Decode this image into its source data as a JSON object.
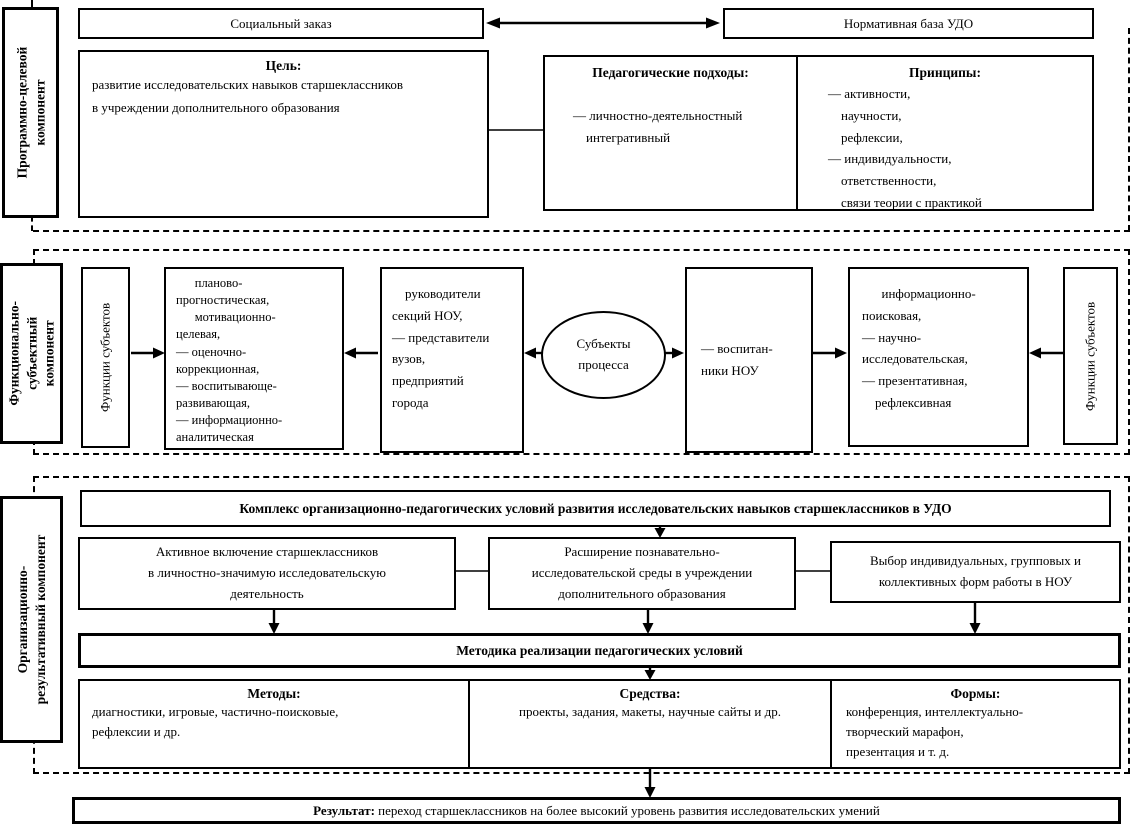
{
  "colors": {
    "line": "#000000",
    "background": "#ffffff"
  },
  "sections": {
    "program": {
      "label": "Программно-целевой\nкомпонент",
      "social_order": "Социальный заказ",
      "normative_base": "Нормативная база УДО",
      "goal_title": "Цель:",
      "goal_body": "развитие исследовательских навыков старшеклассников\nв учреждении дополнительного образования",
      "approaches_title": "Педагогические подходы:",
      "approaches_body": "— личностно-деятельностный\n    интегративный",
      "principles_title": "Принципы:",
      "principles_body": "— активности,\n    научности,\n    рефлексии,\n— индивидуальности,\n    ответственности,\n    связи теории с практикой"
    },
    "functional": {
      "label": "Функционально-\nсубъектный\nкомпонент",
      "functions_label_left": "Функции субъектов",
      "functions_label_right": "Функции субъектов",
      "functions_left_body": "      планово-\nпрогностическая,\n      мотивационно-\nцелевая,\n— оценочно-\nкоррекционная,\n— воспитывающе-\nразвивающая,\n— информационно-\nаналитическая",
      "leaders_body": "    руководители\nсекций НОУ,\n— представители\nвузов,\nпредприятий\nгорода",
      "subjects_ellipse": "Субъекты\nпроцесса",
      "pupils_body": "— воспитан-\nники НОУ",
      "functions_right_body": "      информационно-\nпоисковая,\n— научно-\nисследовательская,\n— презентативная,\n    рефлексивная"
    },
    "organizational": {
      "label": "Организационно-\nрезультативный компонент",
      "complex_bar": "Комплекс организационно-педагогических условий развития исследовательских навыков старшеклассников в УДО",
      "condition1": "Активное включение старшеклассников\nв личностно-значимую исследовательскую\nдеятельность",
      "condition2": "Расширение познавательно-\nисследовательской среды в учреждении\nдополнительного образования",
      "condition3": "Выбор индивидуальных, групповых и\nколлективных форм работы в НОУ",
      "methodology_bar": "Методика реализации педагогических условий",
      "methods_title": "Методы:",
      "methods_body": "диагностики, игровые, частично-поисковые,\nрефлексии и др.",
      "means_title": "Средства:",
      "means_body": "проекты, задания, макеты, научные сайты и др.",
      "forms_title": "Формы:",
      "forms_body": "конференция, интеллектуально-\nтворческий марафон,\nпрезентация и т. д."
    },
    "result": {
      "title": "Результат:",
      "body": " переход старшеклассников на более высокий уровень развития исследовательских умений"
    }
  }
}
